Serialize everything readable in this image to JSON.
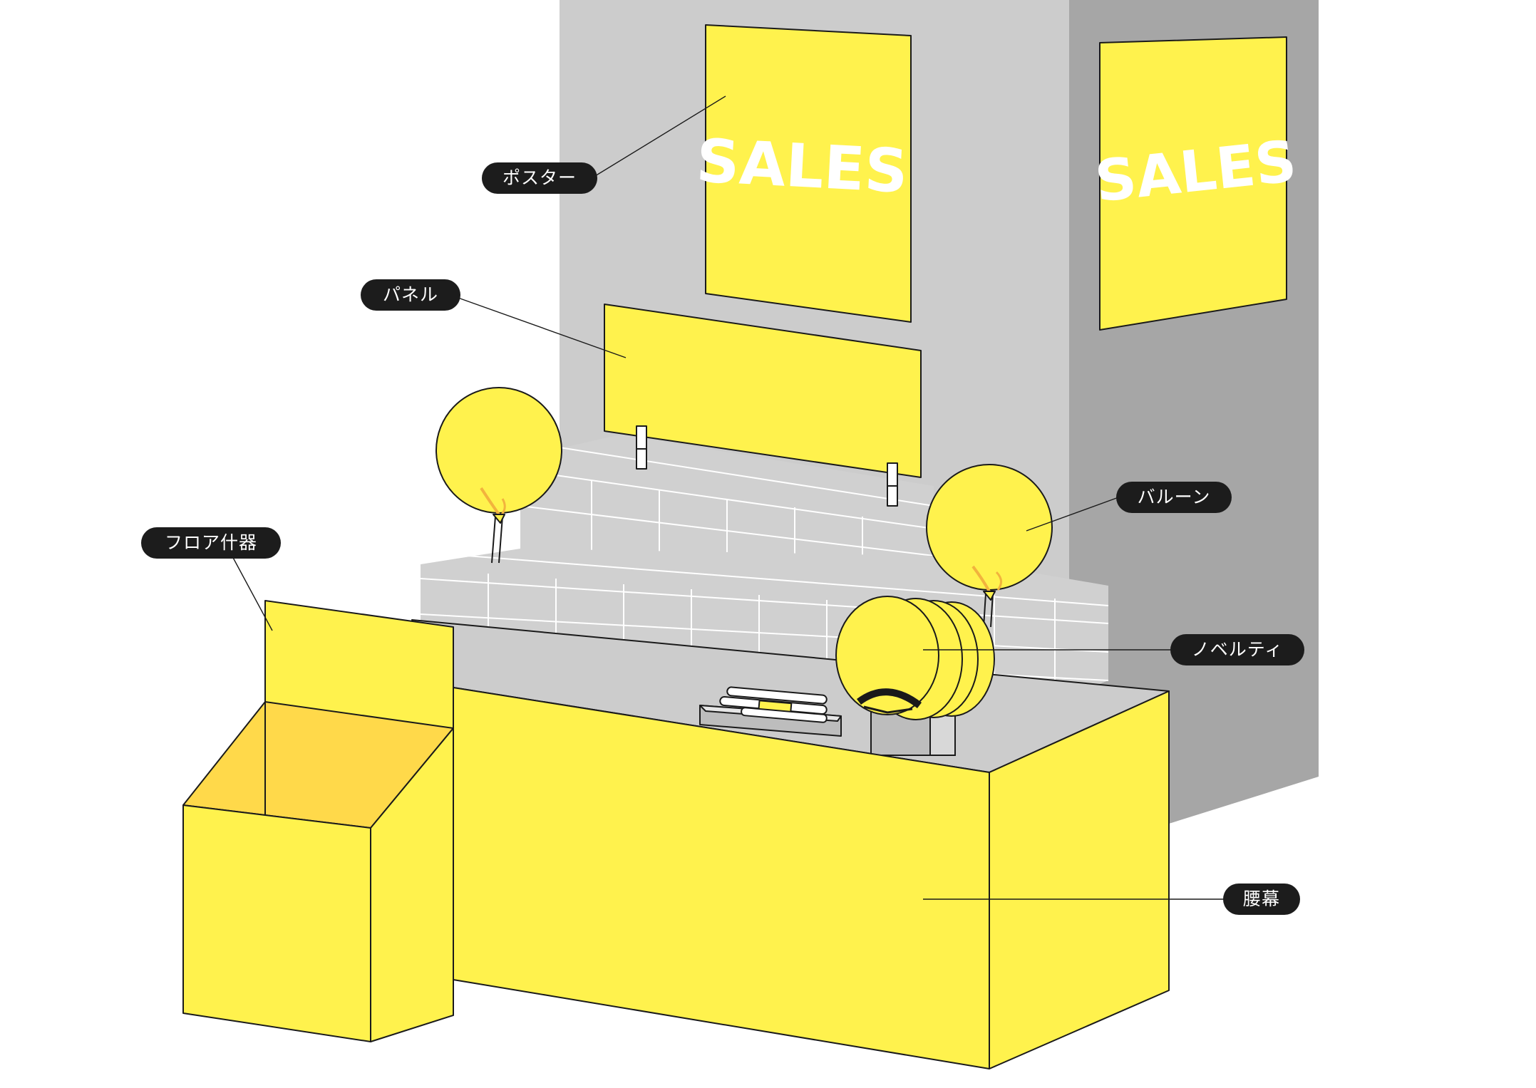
{
  "colors": {
    "yellow": "#FFF24D",
    "yellow_inner": "#FFD94A",
    "wall_front": "#CCCCCC",
    "wall_side": "#A6A6A6",
    "brick": "#D0D0D0",
    "outline": "#1A1A1A",
    "pill": "#1C1C1C"
  },
  "signs": {
    "front_poster_text": "SALES",
    "side_poster_text": "SALES"
  },
  "labels": {
    "poster": "ポスター",
    "panel": "パネル",
    "balloon": "バルーン",
    "floor_fixture": "フロア什器",
    "novelty": "ノベルティ",
    "waist_banner": "腰幕"
  }
}
